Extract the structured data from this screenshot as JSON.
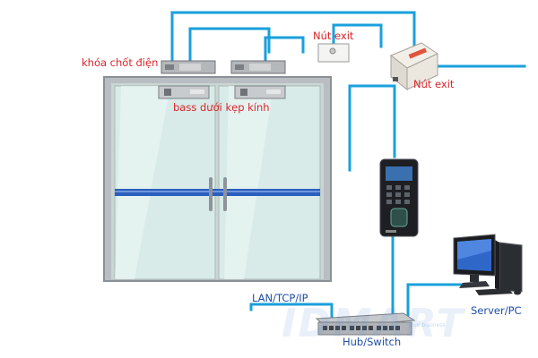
{
  "labels": {
    "lock": "khóa chốt điện",
    "bracket": "bass dưới kẹp kính",
    "exit_button_top": "Nút exit",
    "exit_button_side": "Nút exit",
    "network": "LAN/TCP/IP",
    "server": "Server/PC",
    "hub": "Hub/Switch"
  },
  "watermark": {
    "brand": "IDMART",
    "tagline": "your business"
  },
  "colors": {
    "wire": "#1aa0dc",
    "label_red": "#d9262b",
    "label_blue": "#1f4fa8",
    "door_frame": "#9aa0a6",
    "glass": "#d8ebe8",
    "door_stripe": "#2b5fbf"
  },
  "components": [
    {
      "name": "electric-bolt-lock",
      "count": 2
    },
    {
      "name": "glass-clamp-bracket",
      "count": 2
    },
    {
      "name": "exit-button",
      "count": 1
    },
    {
      "name": "power-supply-box",
      "count": 1
    },
    {
      "name": "fingerprint-access-terminal",
      "count": 1
    },
    {
      "name": "network-switch",
      "count": 1
    },
    {
      "name": "desktop-computer",
      "count": 1
    }
  ]
}
